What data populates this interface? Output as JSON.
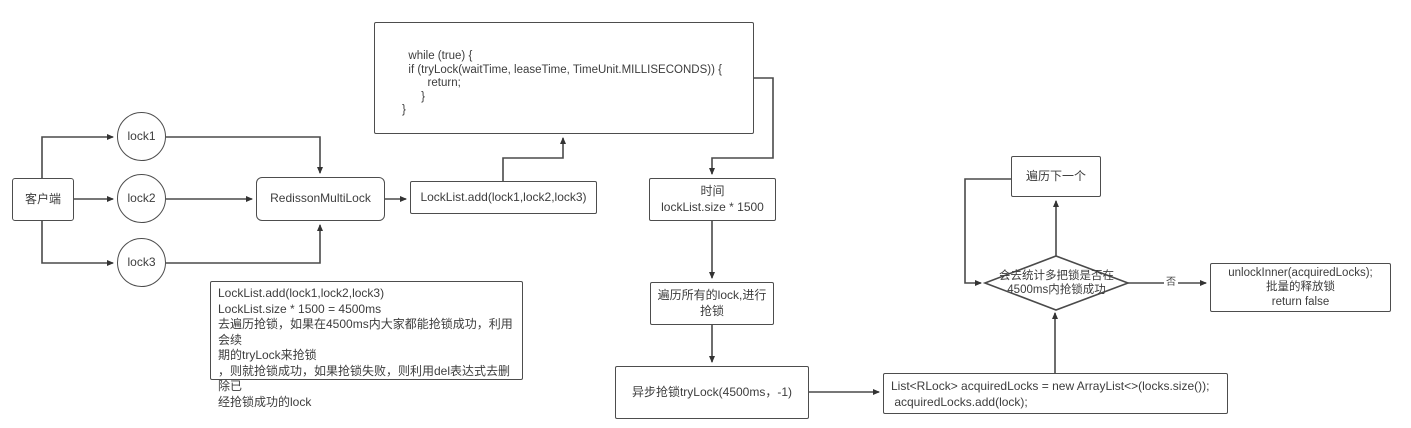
{
  "nodes": {
    "client": {
      "label": "客户端"
    },
    "lock1": {
      "label": "lock1"
    },
    "lock2": {
      "label": "lock2"
    },
    "lock3": {
      "label": "lock3"
    },
    "multilock": {
      "label": "RedissonMultiLock"
    },
    "locklist_add": {
      "label": "LockList.add(lock1,lock2,lock3)"
    },
    "trylock_code": {
      "text": "  while (true) {\n  if (tryLock(waitTime, leaseTime, TimeUnit.MILLISECONDS)) {\n        return;\n      }\n}"
    },
    "wait_time": {
      "text": "时间\nlockList.size * 1500"
    },
    "traverse_locks": {
      "text": "遍历所有的lock,进行\n抢锁"
    },
    "async_trylock": {
      "label": "异步抢锁tryLock(4500ms，-1)"
    },
    "acquired_locks": {
      "text": "List<RLock> acquiredLocks = new ArrayList<>(locks.size());\n acquiredLocks.add(lock);"
    },
    "check_decision": {
      "text": "会去统计多把锁是否在\n4500ms内抢锁成功"
    },
    "next_iteration": {
      "label": "遍历下一个"
    },
    "unlock_inner": {
      "text": "unlockInner(acquiredLocks);\n批量的释放锁\nreturn false"
    },
    "note": {
      "text": "LockList.add(lock1,lock2,lock3)\nLockList.size * 1500 = 4500ms\n去遍历抢锁，如果在4500ms内大家都能抢锁成功，利用会续\n期的tryLock来抢锁\n，则就抢锁成功，如果抢锁失败，则利用del表达式去删除已\n经抢锁成功的lock"
    }
  },
  "edge_labels": {
    "no": "否"
  },
  "colors": {
    "line": "#4a4a4a",
    "border": "#4d4d4d",
    "text": "#3d3d3d",
    "background": "#ffffff"
  }
}
